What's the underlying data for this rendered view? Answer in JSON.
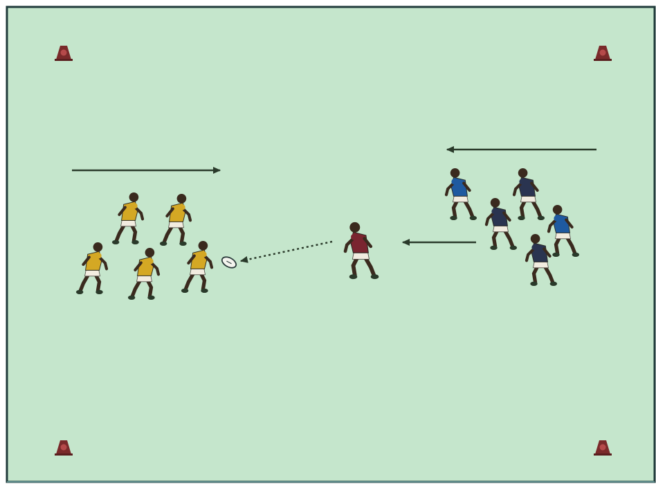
{
  "diagram": {
    "kind": "rugby-drill-illustration",
    "colors": {
      "pitch": "#c5e6cc",
      "border": "#1f3a3a",
      "cone": "#7a2a2a",
      "arrow": "#2a3a2a",
      "attack_shirt": "#d4a824",
      "defence_shirt": "#1f5aa0",
      "defence_shirt_dark": "#2a3450",
      "coach_shirt": "#7a2530",
      "skin": "#3a2a1e",
      "shorts_light": "#f2ece0",
      "boots": "#2a3a2a"
    },
    "icons": {
      "cone": "cone-icon",
      "ball": "rugby-ball-icon",
      "player": "player-icon"
    },
    "groups": {
      "attackers": {
        "count": 5,
        "colour": "attack_shirt"
      },
      "defenders": {
        "count": 5,
        "colour": "defence_shirt"
      },
      "coach": {
        "count": 1,
        "colour": "coach_shirt"
      }
    }
  }
}
